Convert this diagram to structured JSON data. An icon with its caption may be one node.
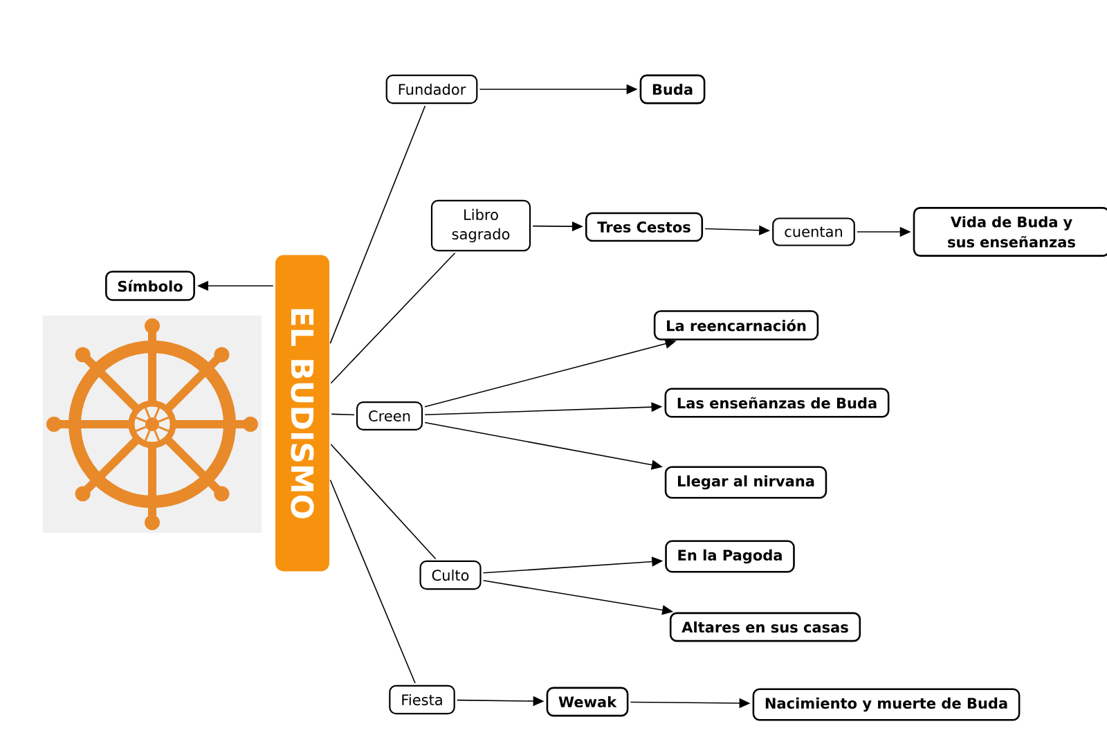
{
  "diagram": {
    "nodes": [
      {
        "text": [
          "EL BUDISMO"
        ]
      },
      {
        "text": [
          "Símbolo"
        ]
      },
      {
        "text": [
          "Fundador"
        ]
      },
      {
        "text": [
          "Buda"
        ]
      },
      {
        "text": [
          "Libro sagrado"
        ]
      },
      {
        "text": [
          "Tres Cestos"
        ]
      },
      {
        "text": [
          "cuentan"
        ]
      },
      {
        "text": [
          "Vida de Buda y sus enseñanzas"
        ]
      },
      {
        "text": [
          "Creen"
        ]
      },
      {
        "text": [
          "La reencarnación"
        ]
      },
      {
        "text": [
          "Las enseñanzas de Buda"
        ]
      },
      {
        "text": [
          "Llegar al nirvana"
        ]
      },
      {
        "text": [
          "Culto"
        ]
      },
      {
        "text": [
          "En la Pagoda"
        ]
      },
      {
        "text": [
          "Altares en sus casas"
        ]
      },
      {
        "text": [
          "Fiesta"
        ]
      },
      {
        "text": [
          "Wewak"
        ]
      },
      {
        "text": [
          "Nacimiento y muerte de Buda"
        ]
      }
    ],
    "edges": [
      {
        "from": 0,
        "to": 1,
        "arrow": "to"
      },
      {
        "from": 0,
        "to": 2,
        "arrow": "none"
      },
      {
        "from": 2,
        "to": 3,
        "arrow": "to"
      },
      {
        "from": 0,
        "to": 4,
        "arrow": "none"
      },
      {
        "from": 4,
        "to": 5,
        "arrow": "to"
      },
      {
        "from": 5,
        "to": 6,
        "arrow": "to"
      },
      {
        "from": 6,
        "to": 7,
        "arrow": "to"
      },
      {
        "from": 0,
        "to": 8,
        "arrow": "none"
      },
      {
        "from": 8,
        "to": 9,
        "arrow": "to"
      },
      {
        "from": 8,
        "to": 10,
        "arrow": "to"
      },
      {
        "from": 8,
        "to": 11,
        "arrow": "to"
      },
      {
        "from": 0,
        "to": 12,
        "arrow": "none"
      },
      {
        "from": 12,
        "to": 13,
        "arrow": "to"
      },
      {
        "from": 12,
        "to": 14,
        "arrow": "to"
      },
      {
        "from": 0,
        "to": 15,
        "arrow": "none"
      },
      {
        "from": 15,
        "to": 16,
        "arrow": "to"
      },
      {
        "from": 16,
        "to": 17,
        "arrow": "to"
      }
    ]
  }
}
